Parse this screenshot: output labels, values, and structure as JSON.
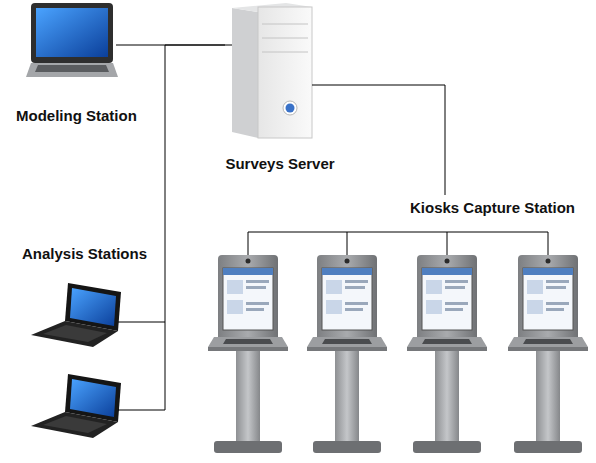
{
  "diagram": {
    "nodes": [
      {
        "text": [
          "Modeling Station"
        ]
      },
      {
        "text": [
          "Surveys Server"
        ]
      },
      {
        "text": [
          "Analysis Stations"
        ]
      },
      {
        "text": [
          "Kiosks Capture Station"
        ]
      }
    ],
    "edges": [
      {
        "from": 0,
        "to": 1,
        "arrow": "none"
      },
      {
        "from": 2,
        "to": 1,
        "arrow": "none"
      },
      {
        "from": 1,
        "to": 3,
        "arrow": "none"
      }
    ]
  }
}
